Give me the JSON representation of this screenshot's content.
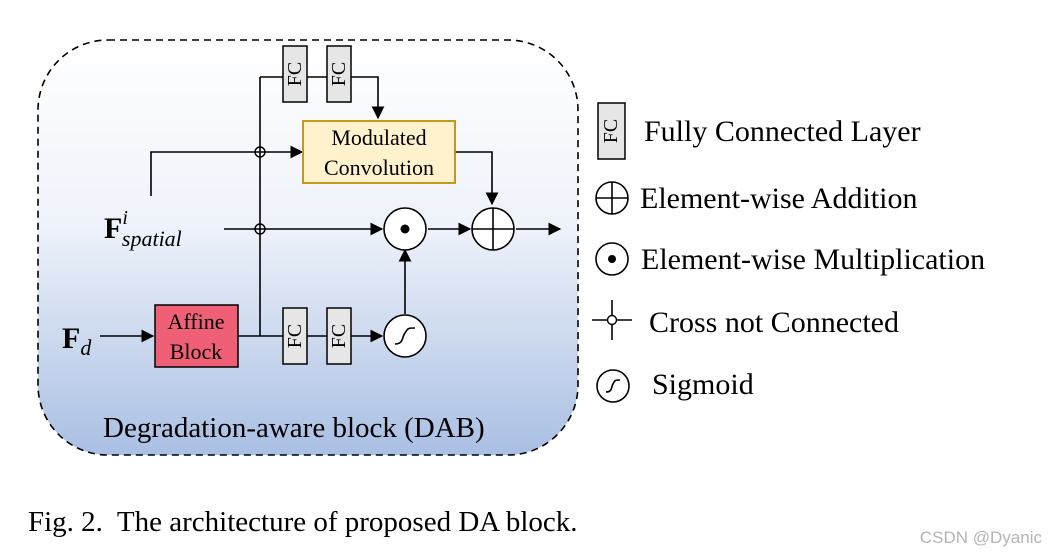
{
  "diagram": {
    "block_title": "Degradation-aware block (DAB)",
    "fc_label": "FC",
    "modulated_conv": {
      "line1": "Modulated",
      "line2": "Convolution"
    },
    "affine_block": {
      "line1": "Affine",
      "line2": "Block"
    },
    "input_spatial": {
      "main": "F",
      "sup": "i",
      "sub": "spatial"
    },
    "input_degradation": {
      "main": "F",
      "sub": "d"
    }
  },
  "legend": {
    "fc": "Fully Connected Layer",
    "addition": "Element-wise Addition",
    "multiplication": "Element-wise Multiplication",
    "cross": "Cross not Connected",
    "sigmoid": "Sigmoid"
  },
  "caption": "Fig. 2.  The architecture of proposed DA block.",
  "watermark": "CSDN @Dyanic",
  "colors": {
    "fc_fill": "#e6e6e6",
    "modulated_fill": "#fff2cc",
    "modulated_stroke": "#bf9000",
    "affine_fill": "#ef6076",
    "block_gradient_top": "#ffffff",
    "block_gradient_bottom": "#a9bfe3"
  }
}
